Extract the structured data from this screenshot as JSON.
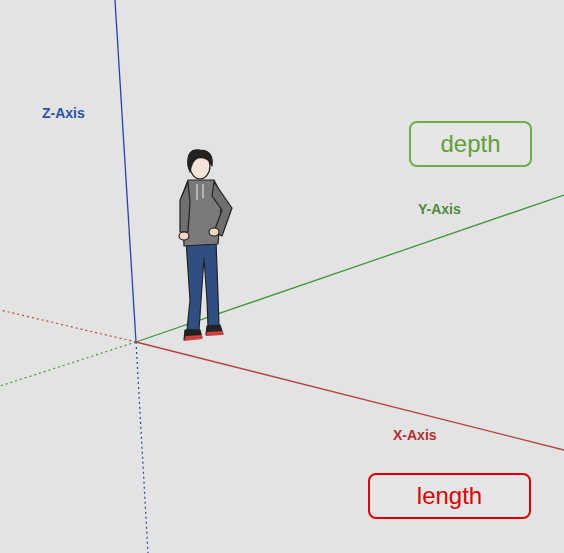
{
  "diagram": {
    "nodes": [
      {
        "text": [
          "depth"
        ]
      },
      {
        "text": [
          "length"
        ]
      }
    ],
    "labels": [
      "Z-Axis",
      "Y-Axis",
      "X-Axis"
    ]
  }
}
